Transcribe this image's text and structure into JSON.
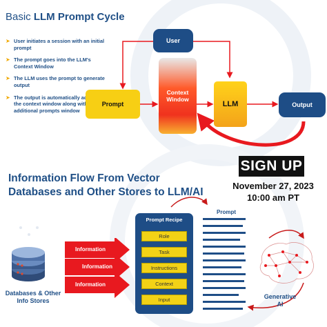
{
  "top": {
    "title_plain": "Basic ",
    "title_bold": "LLM Prompt Cycle",
    "bullets": [
      "User initiates a session with an initial prompt",
      "The prompt goes into the LLM's Context Window",
      "The LLM uses the prompt to generate output",
      "The output is automatically added to the context window along with additional prompts window"
    ],
    "nodes": {
      "user": "User",
      "prompt": "Prompt",
      "context_window": "Context Window",
      "llm": "LLM",
      "output": "Output"
    }
  },
  "promo": {
    "signup": "SIGN UP",
    "date": "November 27, 2023",
    "time": "10:00 am PT"
  },
  "bottom": {
    "title": "Information Flow From Vector Databases and Other Stores to LLM/AI",
    "db_label": "Databases & Other Info Stores",
    "info_arrows": [
      "Information",
      "Information",
      "Information"
    ],
    "recipe_title": "Prompt Recipe",
    "recipe_items": [
      "Role",
      "Task",
      "Instructions",
      "Context",
      "Input"
    ],
    "prompt_doc_label": "Prompt",
    "ai_label": "Generative AI"
  },
  "colors": {
    "navy": "#1e4d86",
    "yellow": "#f2d216",
    "red": "#e8191f",
    "orange": "#f0a800"
  },
  "icons": [
    "right-arrow-bullet-icon",
    "database-stack-icon",
    "brain-network-icon",
    "document-lines-icon"
  ]
}
